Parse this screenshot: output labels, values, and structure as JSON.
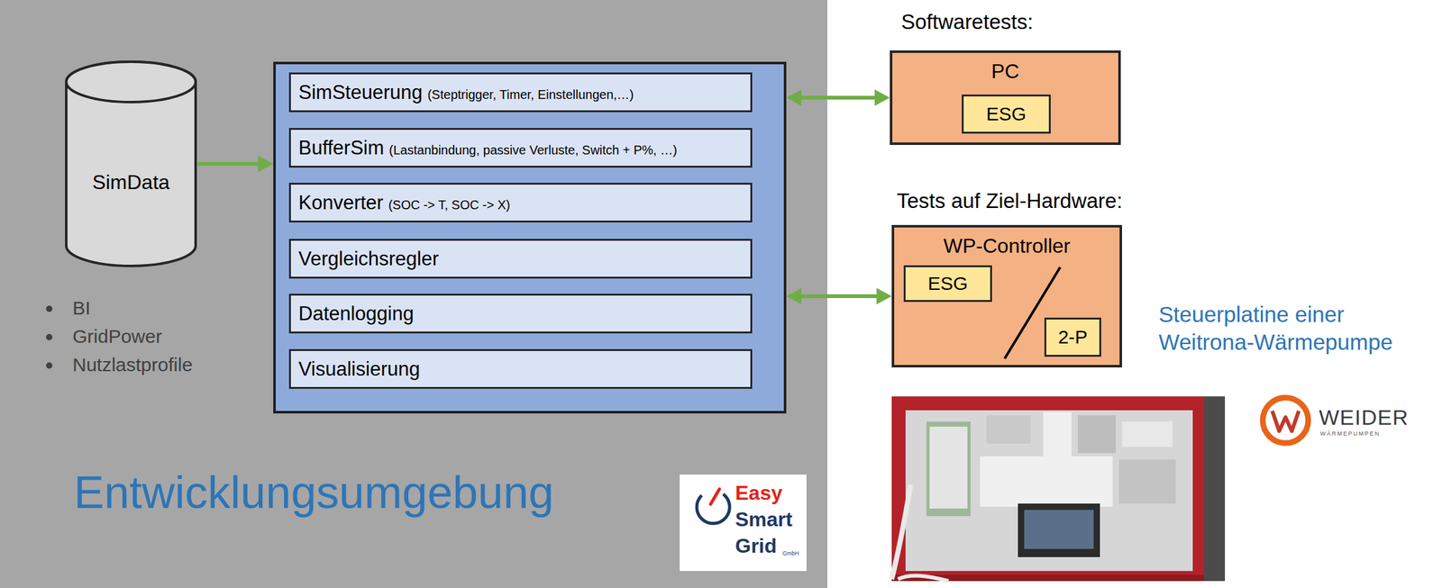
{
  "diagram": {
    "nodes": [
      {
        "text": [
          "Entwicklungsumgebung"
        ]
      },
      {
        "text": [
          "SimData"
        ],
        "in": 0
      },
      {
        "text": [],
        "in": 0
      },
      {
        "text": [
          "SimSteuerung",
          "(Steptrigger, Timer, Einstellungen,…)"
        ],
        "in": 2
      },
      {
        "text": [
          "BufferSim",
          "(Lastanbindung, passive Verluste, Switch + P%, …)"
        ],
        "in": 2
      },
      {
        "text": [
          "Konverter",
          "(SOC -> T, SOC -> X)"
        ],
        "in": 2
      },
      {
        "text": [
          "Vergleichsregler"
        ],
        "in": 2
      },
      {
        "text": [
          "Datenlogging"
        ],
        "in": 2
      },
      {
        "text": [
          "Visualisierung"
        ],
        "in": 2
      },
      {
        "text": [
          "PC"
        ]
      },
      {
        "text": [
          "ESG"
        ],
        "in": 9
      },
      {
        "text": [
          "WP-Controller"
        ]
      },
      {
        "text": [
          "ESG"
        ],
        "in": 11
      },
      {
        "text": [
          "2-P"
        ],
        "in": 11
      }
    ],
    "edges": [
      {
        "from": 1,
        "to": 2,
        "arrow": "to"
      },
      {
        "from": 2,
        "to": 9,
        "arrow": "both"
      },
      {
        "from": 2,
        "to": 11,
        "arrow": "both"
      }
    ],
    "labels": [
      "BI",
      "GridPower",
      "Nutzlastprofile",
      "Softwaretests:",
      "Tests auf Ziel-Hardware:",
      "Steuerplatine einer Weitrona-Wärmepumpe",
      "Easy",
      "Smart",
      "Grid",
      "GmbH",
      "WEIDER",
      "WÄRMEPUMPEN"
    ]
  }
}
